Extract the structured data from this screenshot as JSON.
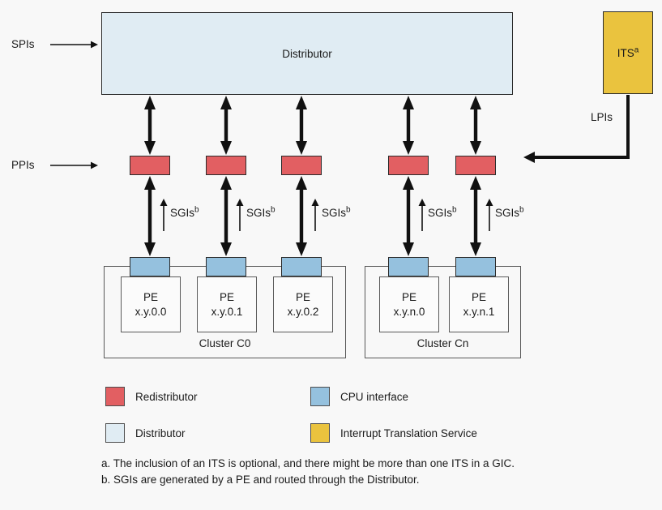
{
  "diagram": {
    "colors": {
      "redistributor": "#e25f62",
      "cpu_interface": "#95c1de",
      "distributor": "#e0ecf3",
      "its": "#eac33e",
      "line": "#111111"
    },
    "distributor_label": "Distributor",
    "its_label": "ITS",
    "its_footnote_ref": "a",
    "flow_labels": {
      "spis": "SPIs",
      "ppis": "PPIs",
      "lpis": "LPIs"
    },
    "sgi_label": "SGIs",
    "sgi_footnote_ref": "b",
    "clusters": [
      {
        "label": "Cluster C0",
        "pes": [
          {
            "title": "PE",
            "id": "x.y.0.0"
          },
          {
            "title": "PE",
            "id": "x.y.0.1"
          },
          {
            "title": "PE",
            "id": "x.y.0.2"
          }
        ]
      },
      {
        "label": "Cluster Cn",
        "pes": [
          {
            "title": "PE",
            "id": "x.y.n.0"
          },
          {
            "title": "PE",
            "id": "x.y.n.1"
          }
        ]
      }
    ]
  },
  "legend": {
    "items": [
      {
        "label": "Redistributor",
        "color": "#e25f62"
      },
      {
        "label": "CPU interface",
        "color": "#95c1de"
      },
      {
        "label": "Distributor",
        "color": "#e0ecf3"
      },
      {
        "label": "Interrupt Translation Service",
        "color": "#eac33e"
      }
    ]
  },
  "footnotes": [
    "a. The inclusion of an ITS is optional, and there might be more than one ITS in a GIC.",
    "b. SGIs are generated by a PE and routed through the Distributor."
  ]
}
